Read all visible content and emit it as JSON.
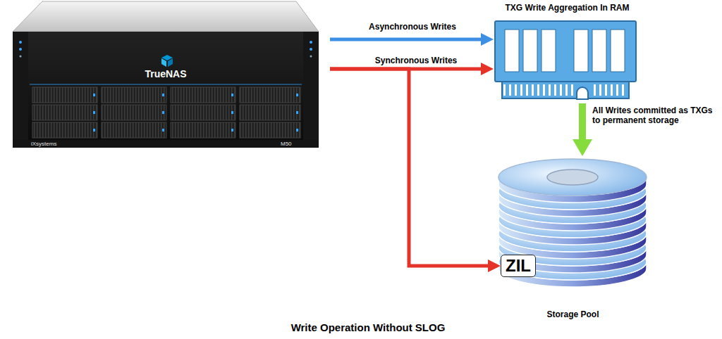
{
  "diagram": {
    "caption": "Write Operation Without SLOG",
    "nodes": [
      {
        "text": [
          "TrueNAS"
        ]
      },
      {
        "text": [
          "TXG Write Aggregation In RAM"
        ]
      },
      {
        "text": [
          "Storage Pool"
        ]
      },
      {
        "text": [
          "ZIL"
        ],
        "in": 2
      }
    ],
    "edges": [
      {
        "from": 0,
        "to": 1,
        "arrow": "to",
        "label": "Asynchronous Writes"
      },
      {
        "from": 0,
        "to": 1,
        "arrow": "to",
        "label": "Synchronous Writes"
      },
      {
        "from": 0,
        "to": 3,
        "arrow": "to"
      },
      {
        "from": 1,
        "to": 2,
        "arrow": "to",
        "label": "All Writes committed as TXGs to permanent storage"
      }
    ],
    "labels": [
      "iXsystems",
      "M50"
    ]
  }
}
